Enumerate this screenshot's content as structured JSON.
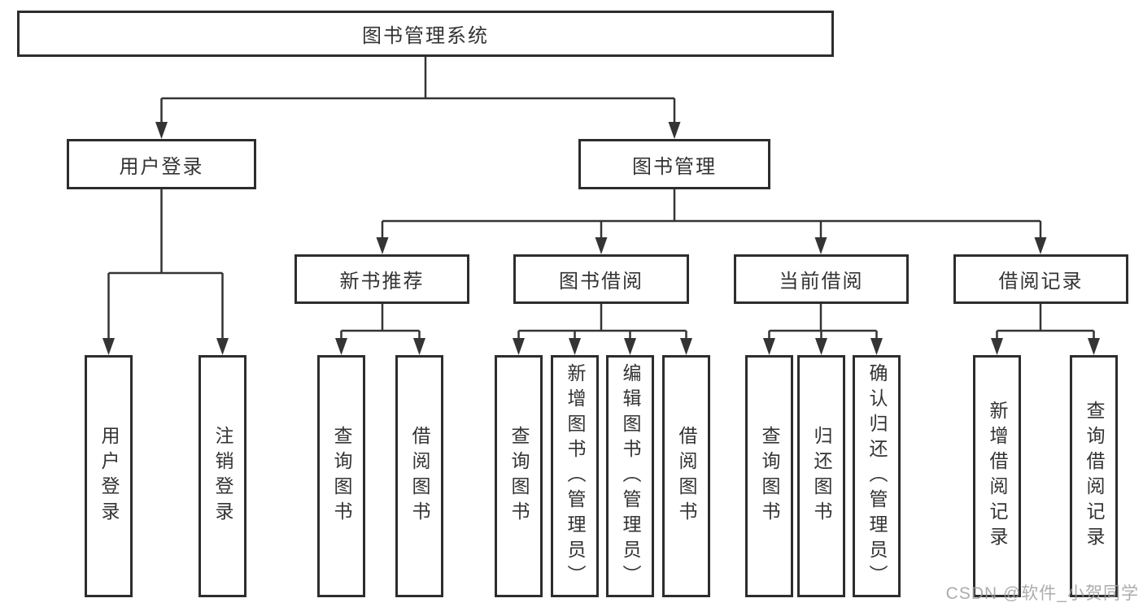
{
  "tree": {
    "label": "图书管理系统",
    "children": [
      {
        "label": "用户登录",
        "children": [
          {
            "label": "用户登录"
          },
          {
            "label": "注销登录"
          }
        ]
      },
      {
        "label": "图书管理",
        "children": [
          {
            "label": "新书推荐",
            "children": [
              {
                "label": "查询图书"
              },
              {
                "label": "借阅图书"
              }
            ]
          },
          {
            "label": "图书借阅",
            "children": [
              {
                "label": "查询图书"
              },
              {
                "label": "新增图书（管理员）"
              },
              {
                "label": "编辑图书（管理员）"
              },
              {
                "label": "借阅图书"
              }
            ]
          },
          {
            "label": "当前借阅",
            "children": [
              {
                "label": "查询图书"
              },
              {
                "label": "归还图书"
              },
              {
                "label": "确认归还（管理员）"
              }
            ]
          },
          {
            "label": "借阅记录",
            "children": [
              {
                "label": "新增借阅记录"
              },
              {
                "label": "查询借阅记录"
              }
            ]
          }
        ]
      }
    ]
  },
  "watermark": {
    "text": "CSDN @软件_小贺同学"
  },
  "colors": {
    "line": "#343434",
    "box_border": "#2d2d2d",
    "text": "#333333",
    "background": "#ffffff",
    "watermark": "#9e9e9e"
  }
}
